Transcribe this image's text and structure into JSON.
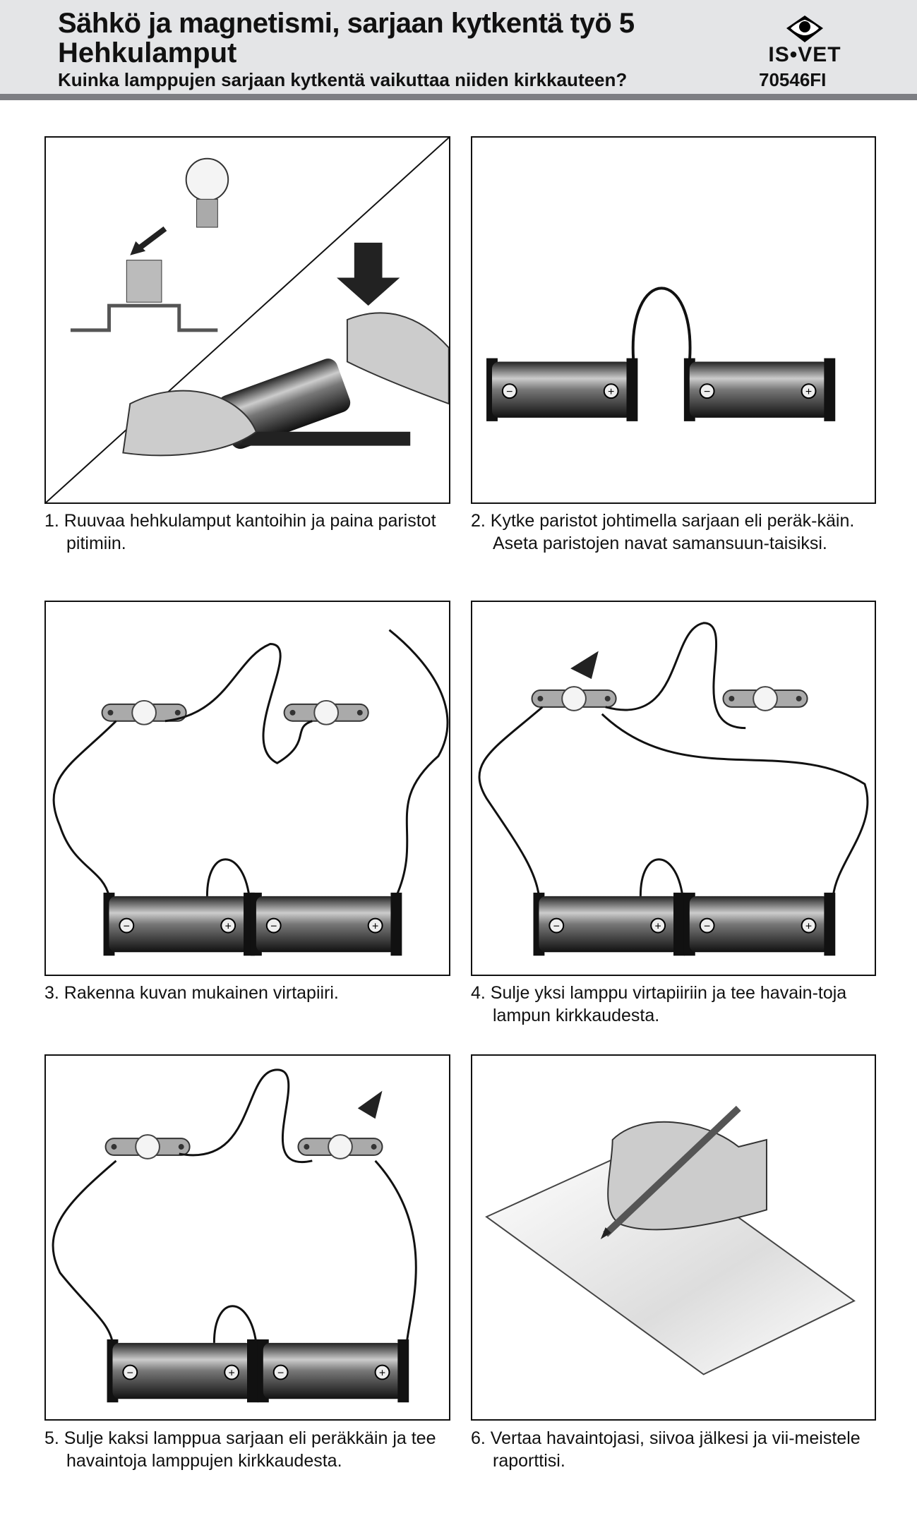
{
  "header": {
    "title": "Sähkö ja magnetismi, sarjaan kytkentä työ 5",
    "subtitle": "Hehkulamput",
    "question": "Kuinka lamppujen sarjaan kytkentä vaikuttaa niiden kirkkauteen?",
    "logo_text": "IS•VET",
    "product_code": "70546FI"
  },
  "steps": [
    {
      "caption": "1. Ruuvaa hehkulamput kantoihin ja paina paristot pitimiin."
    },
    {
      "caption": "2. Kytke paristot johtimella sarjaan eli peräk-käin. Aseta paristojen navat samansuun-taisiksi."
    },
    {
      "caption": "3. Rakenna kuvan mukainen virtapiiri."
    },
    {
      "caption": "4. Sulje yksi lamppu virtapiiriin ja tee havain-toja lampun kirkkaudesta."
    },
    {
      "caption": "5. Sulje kaksi lamppua sarjaan eli peräkkäin ja tee havaintoja lamppujen kirkkaudesta."
    },
    {
      "caption": "6. Vertaa havaintojasi, siivoa jälkesi ja vii-meistele raporttisi."
    }
  ]
}
